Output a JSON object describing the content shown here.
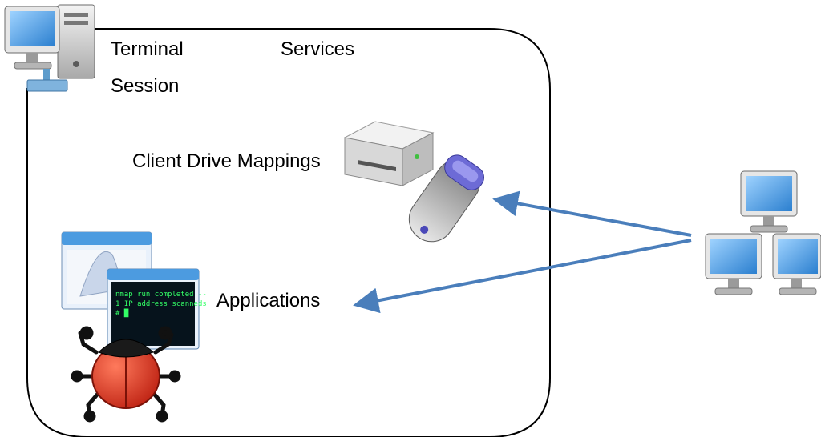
{
  "labels": {
    "title_word_1": "Terminal",
    "title_word_2": "Services",
    "title_word_3": "Session",
    "client_drive_mappings": "Client Drive Mappings",
    "applications": "Applications"
  },
  "terminal_text": {
    "line_1": "nmap run completed --",
    "line_2": "1 IP address scanneds",
    "line_3": "# █"
  },
  "icons": {
    "server": "server-computer-icon",
    "drive": "hard-drive-icon",
    "usb": "usb-flash-drive-icon",
    "app_window": "application-window-icon",
    "terminal": "terminal-window-icon",
    "bug": "bug-malware-icon",
    "network": "network-computers-icon"
  },
  "colors": {
    "arrow": "#4a7ebb",
    "session_border": "#000000",
    "bug_red": "#e0301e",
    "window_blue": "#5aa7e6"
  }
}
